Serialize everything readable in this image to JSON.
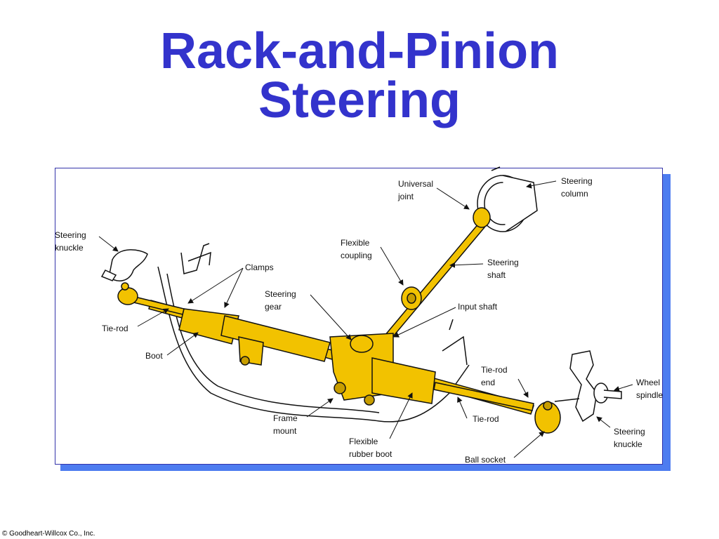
{
  "title": {
    "line1": "Rack-and-Pinion",
    "line2": "Steering"
  },
  "labels": {
    "universal_joint": [
      "Universal",
      "joint"
    ],
    "steering_column": [
      "Steering",
      "column"
    ],
    "steering_knuckle_left": [
      "Steering",
      "knuckle"
    ],
    "flexible_coupling": [
      "Flexible",
      "coupling"
    ],
    "clamps": "Clamps",
    "steering_shaft": [
      "Steering",
      "shaft"
    ],
    "steering_gear": [
      "Steering",
      "gear"
    ],
    "input_shaft": "Input shaft",
    "tie_rod_left": "Tie-rod",
    "boot": "Boot",
    "tie_rod_end": [
      "Tie-rod",
      "end"
    ],
    "wheel_spindle": [
      "Wheel",
      "spindle"
    ],
    "frame_mount": [
      "Frame",
      "mount"
    ],
    "tie_rod_right": "Tie-rod",
    "steering_knuckle_right": [
      "Steering",
      "knuckle"
    ],
    "flexible_rubber_boot": [
      "Flexible",
      "rubber boot"
    ],
    "ball_socket": "Ball socket"
  },
  "copyright": "© Goodheart-Willcox Co., Inc.",
  "colors": {
    "title": "#3333cc",
    "part": "#f2c200",
    "shadow": "#4d7cf0"
  }
}
